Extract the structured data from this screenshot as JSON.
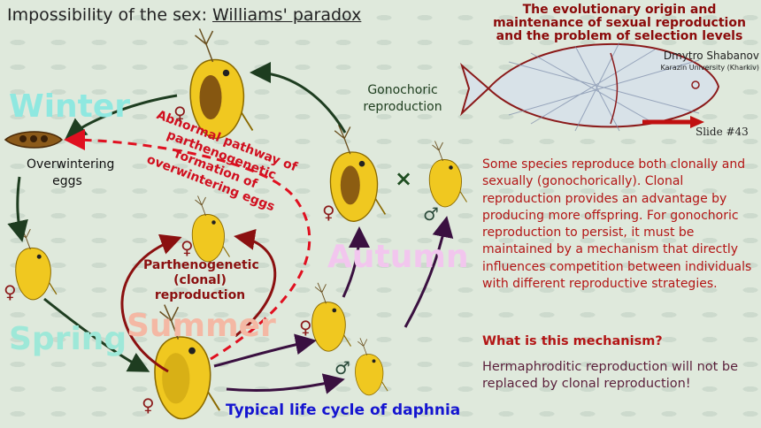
{
  "title": {
    "prefix": "Impossibility of the sex: ",
    "link": "Williams' paradox"
  },
  "header": {
    "title": "The evolutionary origin and maintenance of sexual reproduction and the problem of selection levels",
    "author": "Dmytro Shabanov",
    "university": "Karazin University (Kharkiv)",
    "slide_number": "Slide #43"
  },
  "seasons": {
    "winter": "Winter",
    "spring": "Spring",
    "summer": "Summer",
    "autumn": "Autumn"
  },
  "labels": {
    "overwintering": "Overwintering eggs",
    "gonochoric": "Gonochoric reproduction",
    "parthenogenetic": "Parthenogenetic (clonal) reproduction",
    "abnormal": "Abnormal pathway of parthenogenetic formation of overwintering eggs",
    "typical": "Typical life cycle of daphnia",
    "cross": "×"
  },
  "symbols": {
    "female": "♀",
    "male": "♂"
  },
  "body": {
    "text": "Some species reproduce both clonally and sexually (gonochorically). Clonal reproduction provides an advantage by producing more offspring. For gonochoric reproduction to persist, it must be maintained by a mechanism that directly influences competition between individuals with different reproductive strategies.",
    "question": "What is this mechanism?",
    "answer": "Hermaphroditic reproduction will not be replaced by clonal reproduction!"
  },
  "colors": {
    "daphnia": "#f0c820",
    "abnormal_arrow": "#e01020",
    "arrow_dark": "#1e3d20",
    "arrow_purple": "#3a1040",
    "text_red": "#b31515"
  }
}
